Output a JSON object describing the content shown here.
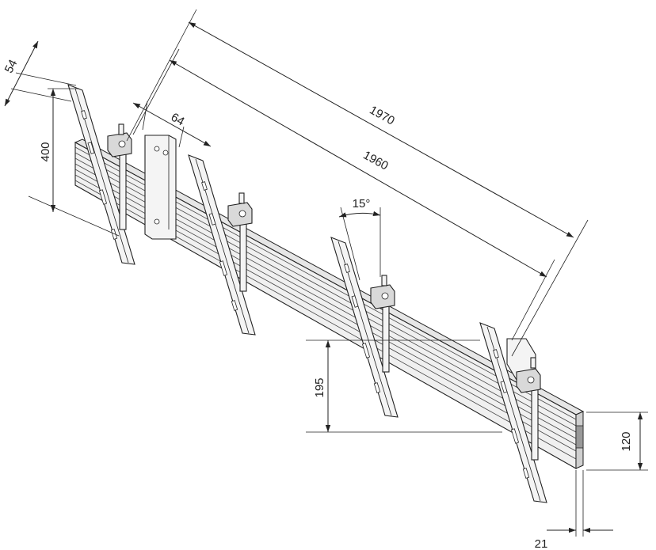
{
  "dimensions": {
    "d54": "54",
    "d64": "64",
    "d400": "400",
    "d1970": "1970",
    "d1960": "1960",
    "d15deg": "15°",
    "d195": "195",
    "d120": "120",
    "d21": "21"
  },
  "colors": {
    "stroke": "#222222",
    "rail_fill": "#eeeeee",
    "bracket_fill": "#f4f4f4",
    "clamp_fill": "#d9d9d9"
  }
}
